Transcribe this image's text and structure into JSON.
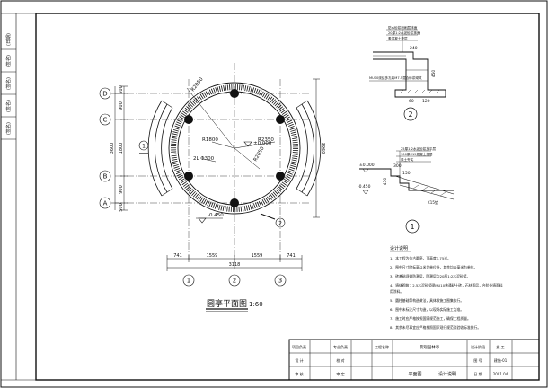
{
  "side_strip": [
    "(日期)",
    "(签名)",
    "(签名)",
    "(签名)",
    "(签名)"
  ],
  "plan": {
    "title": "圆亭平面图",
    "scale": "1:60",
    "rows": [
      "D",
      "C",
      "B",
      "A"
    ],
    "cols": [
      "1",
      "2",
      "3"
    ],
    "left_dims": [
      "900",
      "1800",
      "900"
    ],
    "left_total": "3600",
    "outer_left": [
      "500",
      "500"
    ],
    "right_total": "3960",
    "bottom_dims": [
      "741",
      "1559",
      "1559",
      "741"
    ],
    "bottom_total": "3118",
    "radius_labels": [
      "R2050",
      "R1800",
      "R2350",
      "R2050"
    ],
    "column_label": "2L Φ300",
    "elev_center": "±0.000",
    "elev_bottom": "-0.450",
    "section_markers": [
      "1",
      "2"
    ]
  },
  "detail_2": {
    "callouts": [
      "防水砂浆粉刷层抹面",
      "20厚1:2水泥砂浆抹面",
      "素混凝土垫层"
    ],
    "dims": [
      "240",
      "450",
      "60",
      "120"
    ],
    "note": "MU10烧结多孔砖M7.5混合砂浆砌筑",
    "number": "2"
  },
  "detail_1": {
    "callouts": [
      "25厚1:2水泥砂浆找平层",
      "100厚C15混凝土垫层",
      "素土夯实"
    ],
    "elev_top": "±0.000",
    "elev_bottom": "-0.450",
    "dims": [
      "300",
      "150",
      "450"
    ],
    "slope_label": "C15垫",
    "number": "1"
  },
  "notes": {
    "heading": "设计说明",
    "lines": [
      "1、本工程为仿古圆亭，顶高度1.75米。",
      "2、图中尺寸除标高以米为单位外，其余均以毫米为单位。",
      "3、砖基础须做防潮层，防潮层为20厚1:2水泥砂浆。",
      "4、墙体砌筑：2.5水泥砂浆砌MU10普通粘土砖，石材面层，台阶外墙面料",
      "   用涂料。",
      "5、圆柱基础等构造做法，具体按施工图集执行。",
      "6、图中未标注尺寸构造，以现场实际施工为准。",
      "7、施工时应严格按照国家规范施工，确保工程质量。",
      "8、其余未尽事宜应严格按照国家现行规范及验收标准执行。"
    ]
  },
  "title_block": {
    "left_labels": [
      "项目负责",
      "设 计",
      "审 核",
      "专业负责",
      "校 对",
      "审 定"
    ],
    "project_label": "工程名称",
    "project_name": "景观园林亭",
    "sheet_name": "平面图",
    "sheet_desc": "设计说明",
    "right_labels": [
      "设计阶段",
      "图 号",
      "日 期"
    ],
    "right_values": [
      "施 工",
      "建施-01",
      "2001.04"
    ]
  }
}
